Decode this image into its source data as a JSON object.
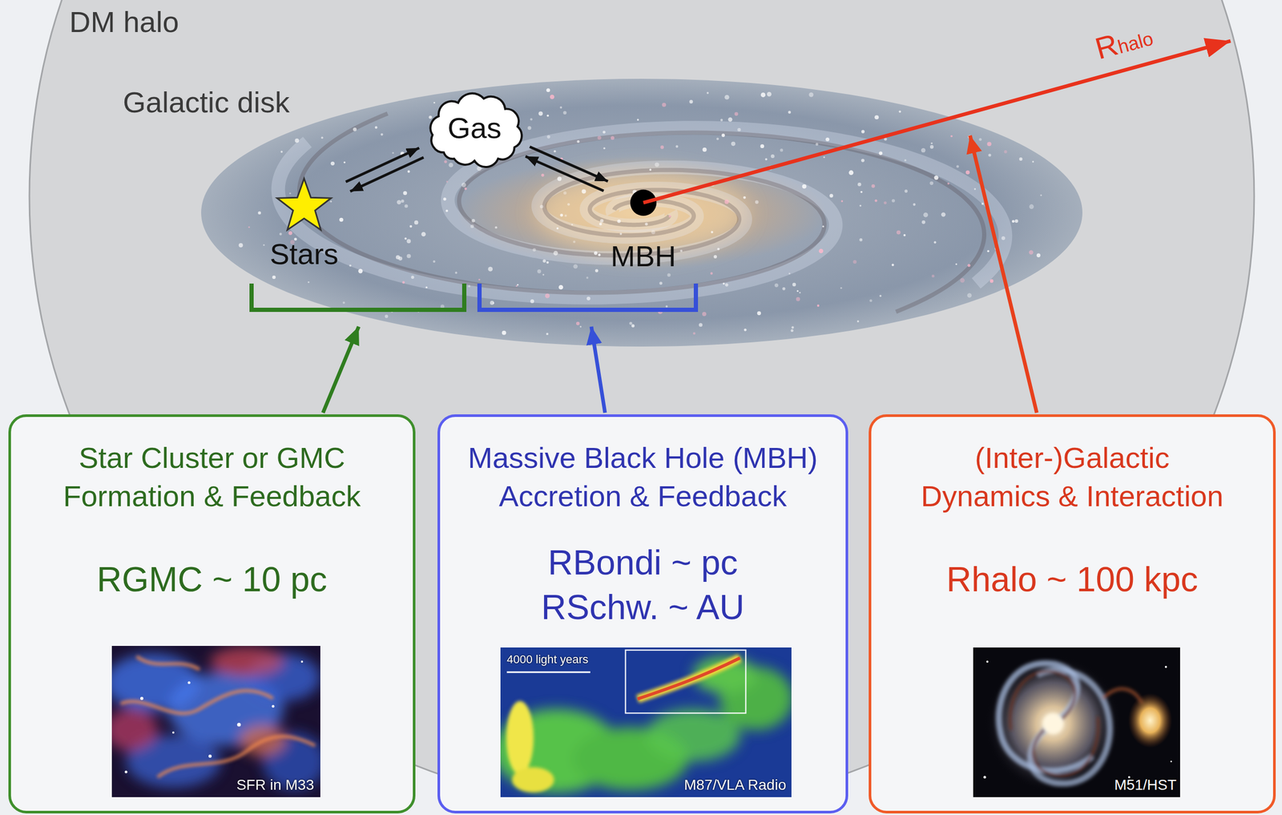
{
  "diagram": {
    "nodes": [
      {
        "text": [
          "DM halo"
        ]
      },
      {
        "text": [
          "Galactic disk"
        ],
        "in": 0
      },
      {
        "text": [
          "Gas"
        ],
        "in": 1
      },
      {
        "text": [
          "Stars"
        ],
        "in": 1
      },
      {
        "text": [
          "MBH"
        ],
        "in": 1
      },
      {
        "text": [
          "Star Cluster or GMC Formation & Feedback",
          "RGMC ~ 10 pc"
        ]
      },
      {
        "text": [
          "Massive Black Hole (MBH) Accretion & Feedback",
          "RBondi ~ pc",
          "RSchw. ~ AU"
        ]
      },
      {
        "text": [
          "(Inter-)Galactic Dynamics & Interaction",
          "Rhalo ~ 100 kpc"
        ]
      }
    ],
    "edges": [
      {
        "from": 2,
        "to": 3,
        "arrow": "to"
      },
      {
        "from": 3,
        "to": 2,
        "arrow": "to"
      },
      {
        "from": 2,
        "to": 4,
        "arrow": "to"
      },
      {
        "from": 4,
        "to": 2,
        "arrow": "to"
      }
    ],
    "labels": [
      "Rhalo",
      "4000 light years",
      "SFR in M33",
      "M87/VLA Radio",
      "M51/HST"
    ]
  }
}
